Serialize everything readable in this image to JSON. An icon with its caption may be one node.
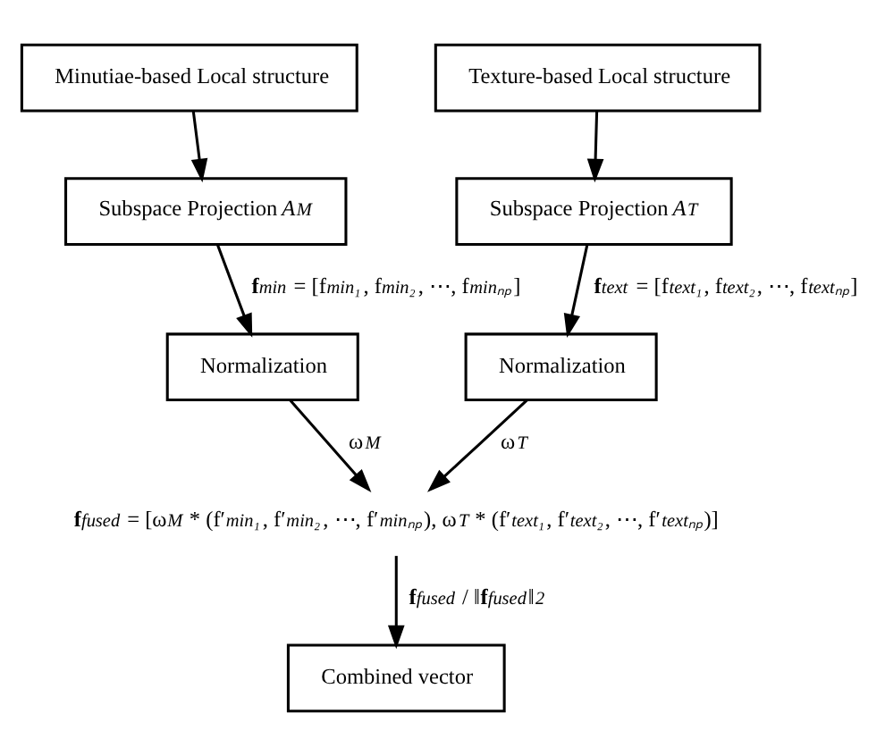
{
  "diagram": {
    "nodes": [
      {
        "text": [
          "Minutiae-based Local structure"
        ]
      },
      {
        "text": [
          "Subspace Projection *A*$_{M}$"
        ]
      },
      {
        "text": [
          "Normalization"
        ]
      },
      {
        "text": [
          "Texture-based Local structure"
        ]
      },
      {
        "text": [
          "Subspace Projection *A*$_{T}$"
        ]
      },
      {
        "text": [
          "Normalization"
        ]
      },
      {
        "text": [
          "**f**$_{fused}$ = [ω$_{M}$ * (f′$_{min₁}$, f′$_{min₂}$, ⋯, f′$_{minₙₚ}$), ω$_{T}$ * (f′$_{text₁}$, f′$_{text₂}$, ⋯, f′$_{textₙₚ}$)]"
        ]
      },
      {
        "text": [
          "Combined vector"
        ]
      }
    ],
    "edges": [
      {
        "from": 0,
        "to": 1,
        "arrow": "to"
      },
      {
        "from": 1,
        "to": 2,
        "arrow": "to",
        "label": "**f**$_{min}$ = [f$_{min₁}$, f$_{min₂}$, ⋯, f$_{minₙₚ}$]"
      },
      {
        "from": 2,
        "to": 6,
        "arrow": "to",
        "label": "ω$_{M}$"
      },
      {
        "from": 3,
        "to": 4,
        "arrow": "to"
      },
      {
        "from": 4,
        "to": 5,
        "arrow": "to",
        "label": "**f**$_{text}$ = [f$_{text₁}$, f$_{text₂}$, ⋯, f$_{textₙₚ}$]"
      },
      {
        "from": 5,
        "to": 6,
        "arrow": "to",
        "label": "ω$_{T}$"
      },
      {
        "from": 6,
        "to": 7,
        "arrow": "to",
        "label": "**f**$_{fused}$ / ‖**f**$_{fused}$‖$_{2}$"
      }
    ]
  }
}
